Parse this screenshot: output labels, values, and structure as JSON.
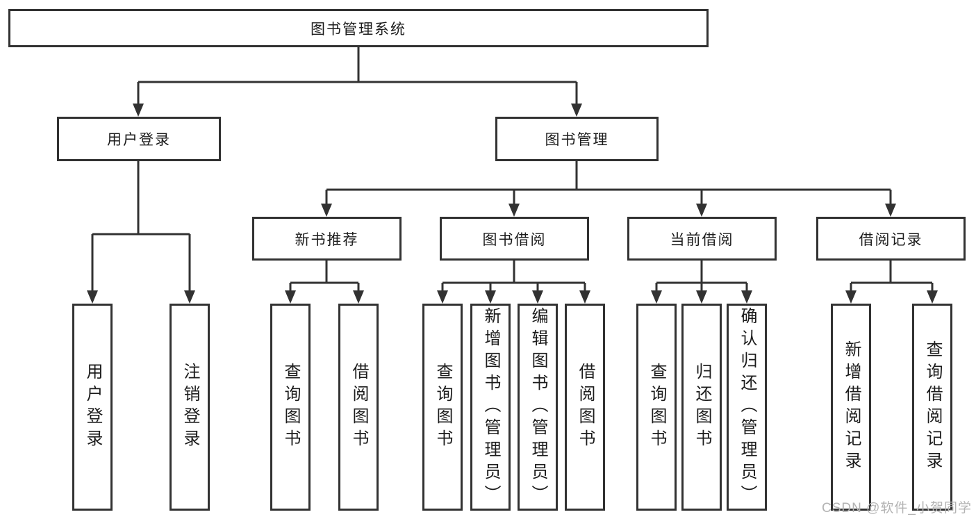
{
  "diagram_type": "hierarchy-tree",
  "style": {
    "line_color": "#323232",
    "text_color": "#1c1c1c",
    "background_color": "#ffffff",
    "watermark_color": "#b3b3b3"
  },
  "tree": {
    "root": {
      "label": "图书管理系统",
      "children": [
        {
          "label": "用户登录",
          "children": [
            {
              "label": "用户登录"
            },
            {
              "label": "注销登录"
            }
          ]
        },
        {
          "label": "图书管理",
          "children": [
            {
              "label": "新书推荐",
              "children": [
                {
                  "label": "查询图书"
                },
                {
                  "label": "借阅图书"
                }
              ]
            },
            {
              "label": "图书借阅",
              "children": [
                {
                  "label": "查询图书"
                },
                {
                  "label": "新增图书（管理员）"
                },
                {
                  "label": "编辑图书（管理员）"
                },
                {
                  "label": "借阅图书"
                }
              ]
            },
            {
              "label": "当前借阅",
              "children": [
                {
                  "label": "查询图书"
                },
                {
                  "label": "归还图书"
                },
                {
                  "label": "确认归还（管理员）"
                }
              ]
            },
            {
              "label": "借阅记录",
              "children": [
                {
                  "label": "新增借阅记录"
                },
                {
                  "label": "查询借阅记录"
                }
              ]
            }
          ]
        }
      ]
    }
  },
  "watermark": "CSDN @软件_小贺同学"
}
